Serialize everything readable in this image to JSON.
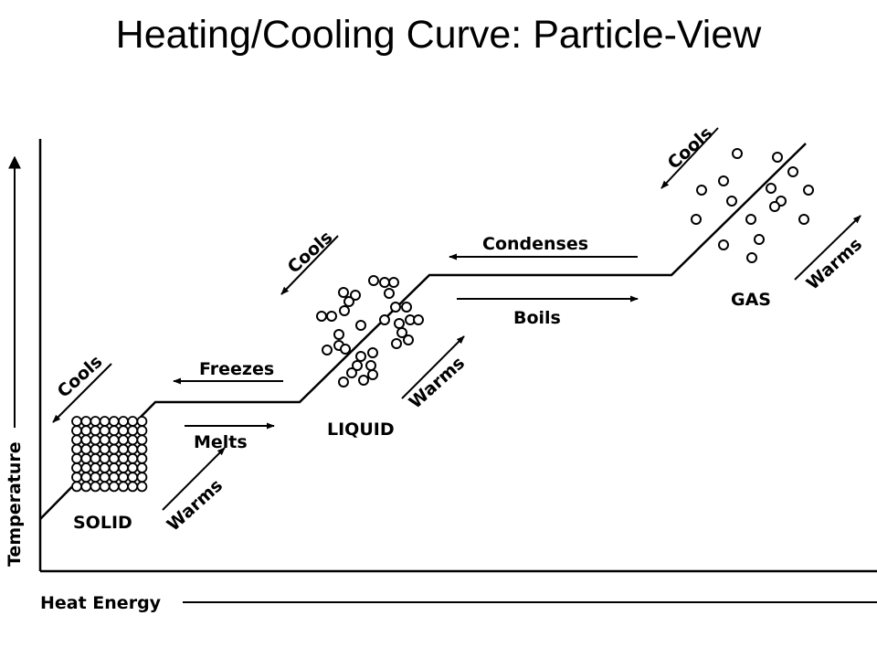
{
  "title": "Heating/Cooling Curve:  Particle-View",
  "axes": {
    "y_label": "Temperature",
    "x_label": "Heat Energy"
  },
  "phases": {
    "solid": "SOLID",
    "liquid": "LIQUID",
    "gas": "GAS"
  },
  "transitions": {
    "melts": "Melts",
    "freezes": "Freezes",
    "boils": "Boils",
    "condenses": "Condenses"
  },
  "temperature_changes": {
    "solid_warms": "Warms",
    "solid_cools": "Cools",
    "liquid_warms": "Warms",
    "liquid_cools": "Cools",
    "gas_warms": "Warms",
    "gas_cools": "Cools"
  },
  "colors": {
    "ink": "#000000",
    "background": "#ffffff"
  }
}
